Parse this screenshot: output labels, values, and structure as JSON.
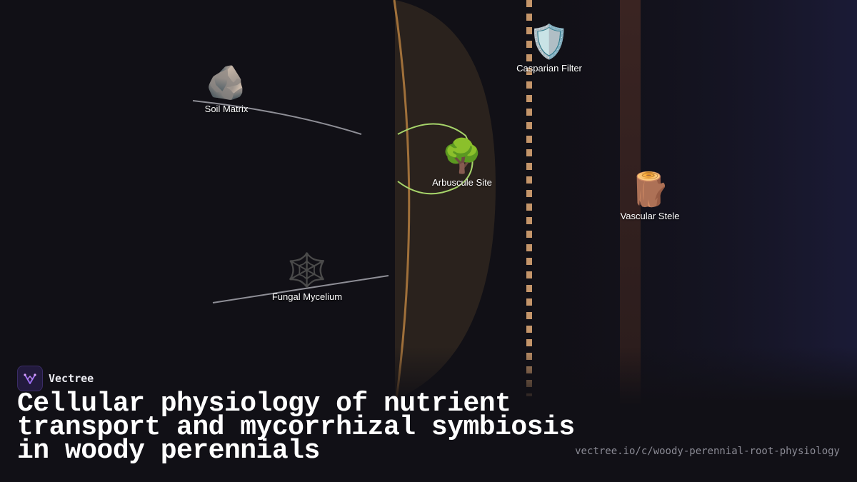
{
  "diagram": {
    "nodes": [
      {
        "id": "soil",
        "label": "Soil Matrix",
        "icon": "rock-icon",
        "glyph": "🪨"
      },
      {
        "id": "mycelium",
        "label": "Fungal Mycelium",
        "icon": "spider-web-icon",
        "glyph": "🕸️"
      },
      {
        "id": "arbuscule",
        "label": "Arbuscule Site",
        "icon": "tree-icon",
        "glyph": "🌳"
      },
      {
        "id": "casparian",
        "label": "Casparian Filter",
        "icon": "shield-icon",
        "glyph": "🛡️"
      },
      {
        "id": "stele",
        "label": "Vascular Stele",
        "icon": "wood-log-icon",
        "glyph": "🪵"
      }
    ],
    "colors": {
      "background": "#111016",
      "cortex": "#2a221d",
      "root_edge": "#a0703a",
      "casparian_band": "#c4956a",
      "stele_band": "#3a2422",
      "arbuscule_curve": "#a6d46a",
      "hypha_line": "#8e8e96"
    }
  },
  "brand": {
    "name": "Vectree",
    "logo_icon": "vectree-logo-icon"
  },
  "title": "Cellular physiology of nutrient transport and mycorrhizal symbiosis in woody perennials",
  "url": "vectree.io/c/woody-perennial-root-physiology"
}
